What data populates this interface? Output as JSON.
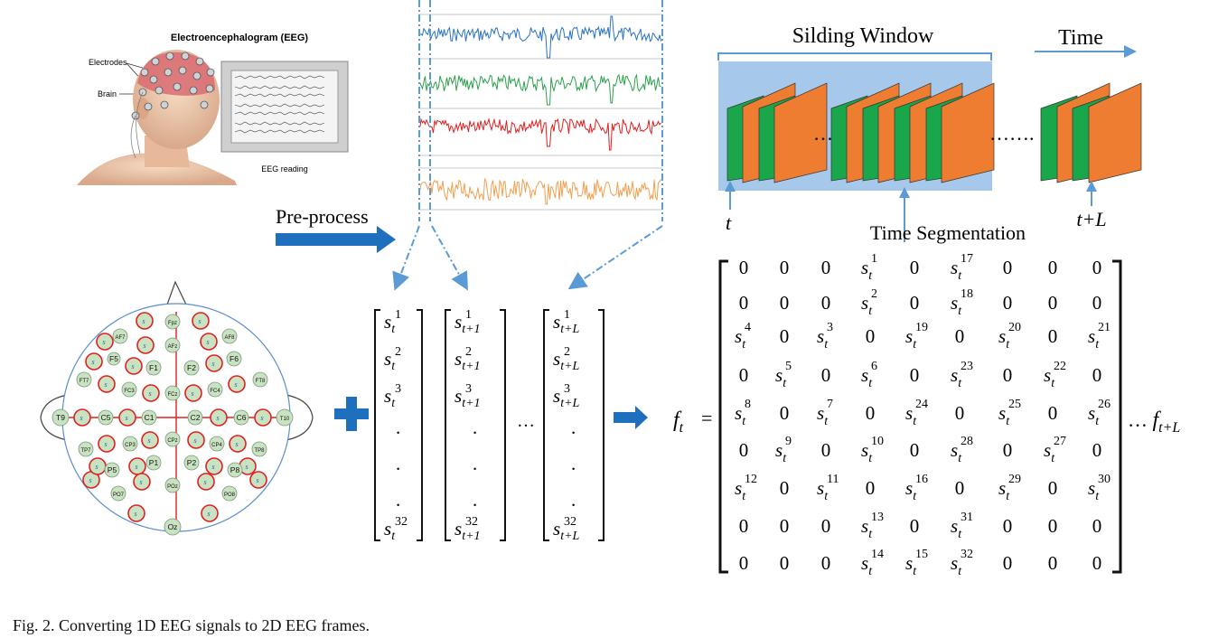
{
  "figure": {
    "caption": "Fig. 2.   Converting 1D EEG signals to 2D EEG frames.",
    "colors": {
      "arrow_blue": "#1f6fbf",
      "dash_blue": "#5b9bd5",
      "window_fill": "#a6c8ea",
      "frame_green": "#1aa64a",
      "frame_orange": "#ee7d31",
      "eeg_blue": "#2873c3",
      "eeg_green": "#2ca04c",
      "eeg_red": "#e11f1f",
      "eeg_orange": "#f0a050",
      "electrode_fill": "#c9e2c2",
      "electrode_ring": "#e02020",
      "head_outline": "#5b8fcf"
    }
  },
  "eeg_illustration": {
    "title": "Electroencephalogram (EEG)",
    "electrodes_label": "Electrodes",
    "brain_label": "Brain",
    "reading_label": "EEG reading"
  },
  "preprocess_label": "Pre-process",
  "head_map": {
    "labels": [
      {
        "id": "fpz",
        "text": "Fpz",
        "channel": false
      },
      {
        "id": "af7",
        "text": "AF7",
        "channel": false
      },
      {
        "id": "afz",
        "text": "AFz",
        "channel": false
      },
      {
        "id": "af8",
        "text": "AF8",
        "channel": false
      },
      {
        "id": "f5",
        "text": "F5",
        "channel": false
      },
      {
        "id": "f1",
        "text": "F1",
        "channel": false
      },
      {
        "id": "f2",
        "text": "F2",
        "channel": false
      },
      {
        "id": "f6",
        "text": "F6",
        "channel": false
      },
      {
        "id": "ft7",
        "text": "FT7",
        "channel": false
      },
      {
        "id": "fc3",
        "text": "FC3",
        "channel": false
      },
      {
        "id": "fcz",
        "text": "FCz",
        "channel": false
      },
      {
        "id": "fc4",
        "text": "FC4",
        "channel": false
      },
      {
        "id": "ft8",
        "text": "FT8",
        "channel": false
      },
      {
        "id": "t9",
        "text": "T9",
        "channel": false
      },
      {
        "id": "c5",
        "text": "C5",
        "channel": false
      },
      {
        "id": "c1",
        "text": "C1",
        "channel": false
      },
      {
        "id": "c2",
        "text": "C2",
        "channel": false
      },
      {
        "id": "c6",
        "text": "C6",
        "channel": false
      },
      {
        "id": "t10",
        "text": "T10",
        "channel": false
      },
      {
        "id": "tp7",
        "text": "TP7",
        "channel": false
      },
      {
        "id": "cp3",
        "text": "CP3",
        "channel": false
      },
      {
        "id": "cpz",
        "text": "CPz",
        "channel": false
      },
      {
        "id": "cp4",
        "text": "CP4",
        "channel": false
      },
      {
        "id": "tp8",
        "text": "TP8",
        "channel": false
      },
      {
        "id": "p5",
        "text": "P5",
        "channel": false
      },
      {
        "id": "p1",
        "text": "P1",
        "channel": false
      },
      {
        "id": "p2",
        "text": "P2",
        "channel": false
      },
      {
        "id": "p8",
        "text": "P8",
        "channel": false
      },
      {
        "id": "po7",
        "text": "PO7",
        "channel": false
      },
      {
        "id": "poz",
        "text": "POz",
        "channel": false
      },
      {
        "id": "po8",
        "text": "PO8",
        "channel": false
      },
      {
        "id": "oz",
        "text": "Oz",
        "channel": false
      }
    ],
    "channel_marker": "s"
  },
  "signal_vectors": {
    "columns": [
      {
        "time": "t",
        "rows": [
          "1",
          "2",
          "3",
          "32"
        ]
      },
      {
        "time": "t+1",
        "rows": [
          "1",
          "2",
          "3",
          "32"
        ]
      },
      {
        "time": "t+L",
        "rows": [
          "1",
          "2",
          "3",
          "32"
        ]
      }
    ],
    "dot": ".",
    "ellipsis": "…"
  },
  "sliding_window": {
    "title": "Silding Window",
    "time_label": "Time",
    "t_label": "t",
    "t_plus_l_label": "t+L",
    "segmentation_label": "Time Segmentation",
    "ellipsis_short": "…",
    "ellipsis_long": "……."
  },
  "frame_matrix": {
    "lhs_symbol": "f",
    "lhs_sub": "t",
    "equals": "=",
    "tail_ellipsis": "…",
    "tail_symbol": "f",
    "tail_sub": "t+L",
    "zero": "0",
    "rows": [
      [
        "0",
        "0",
        "0",
        "1",
        "0",
        "17",
        "0",
        "0",
        "0"
      ],
      [
        "0",
        "0",
        "0",
        "2",
        "0",
        "18",
        "0",
        "0",
        "0"
      ],
      [
        "4",
        "0",
        "3",
        "0",
        "19",
        "0",
        "20",
        "0",
        "21"
      ],
      [
        "0",
        "5",
        "0",
        "6",
        "0",
        "23",
        "0",
        "22",
        "0"
      ],
      [
        "8",
        "0",
        "7",
        "0",
        "24",
        "0",
        "25",
        "0",
        "26"
      ],
      [
        "0",
        "9",
        "0",
        "10",
        "0",
        "28",
        "0",
        "27",
        "0"
      ],
      [
        "12",
        "0",
        "11",
        "0",
        "16",
        "0",
        "29",
        "0",
        "30"
      ],
      [
        "0",
        "0",
        "0",
        "13",
        "0",
        "31",
        "0",
        "0",
        "0"
      ],
      [
        "0",
        "0",
        "0",
        "14",
        "15",
        "32",
        "0",
        "0",
        "0"
      ]
    ]
  }
}
